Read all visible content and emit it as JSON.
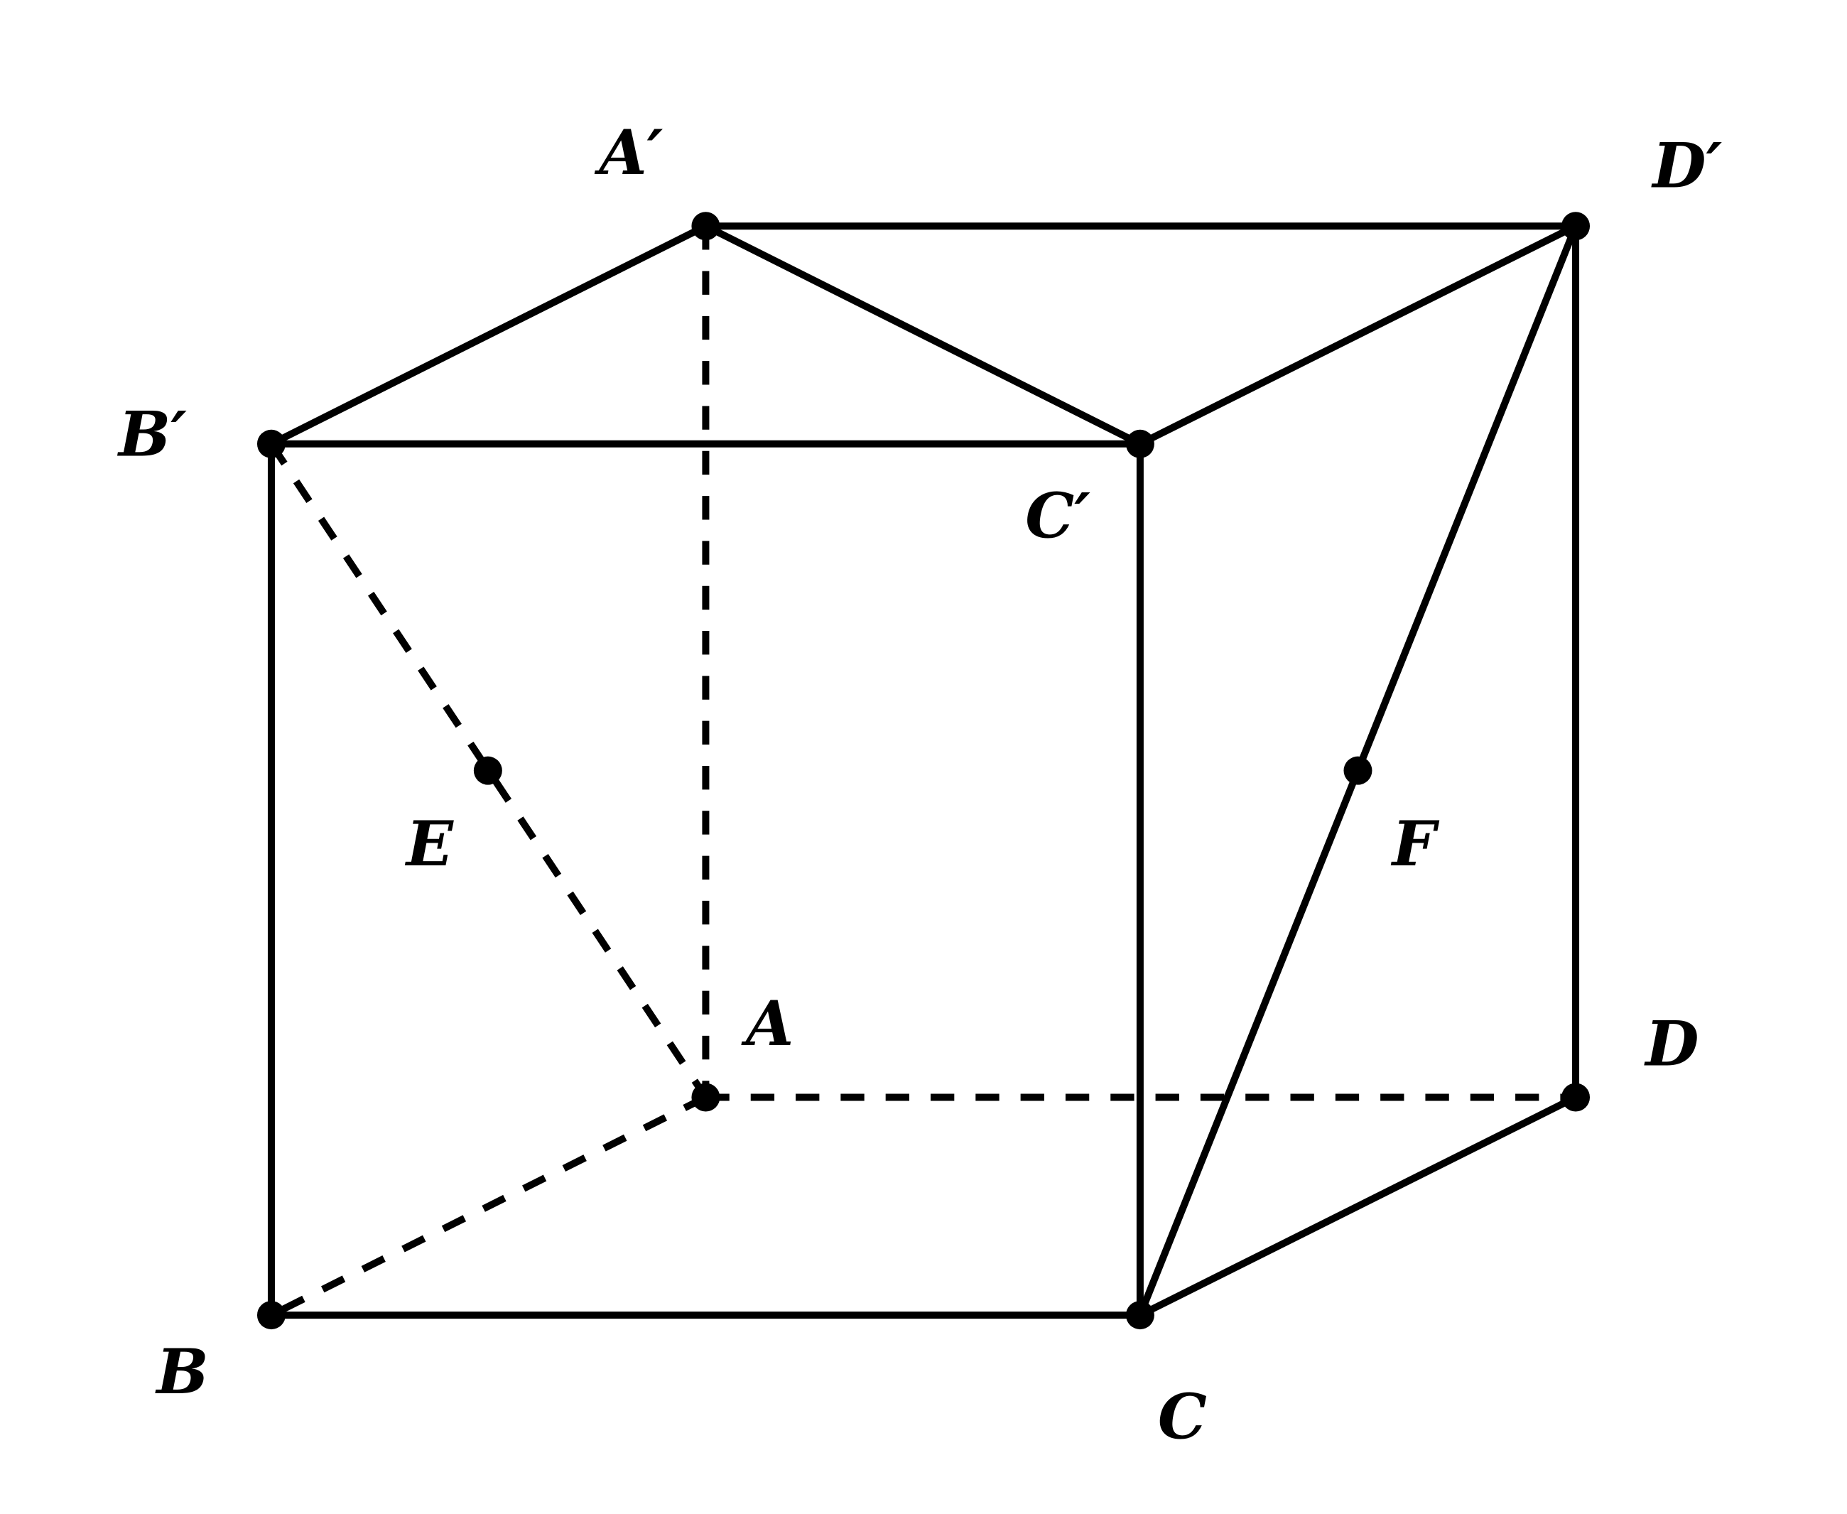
{
  "diagram": {
    "title": "Cube ABCD.A'B'C'D' with points E and F",
    "labels": {
      "A": "A",
      "B": "B",
      "C": "C",
      "D": "D",
      "A_prime": "A′",
      "B_prime": "B′",
      "C_prime": "C′",
      "D_prime": "D′",
      "E": "E",
      "F": "F"
    },
    "colors": {
      "stroke": "#000000",
      "background": "#ffffff"
    }
  }
}
